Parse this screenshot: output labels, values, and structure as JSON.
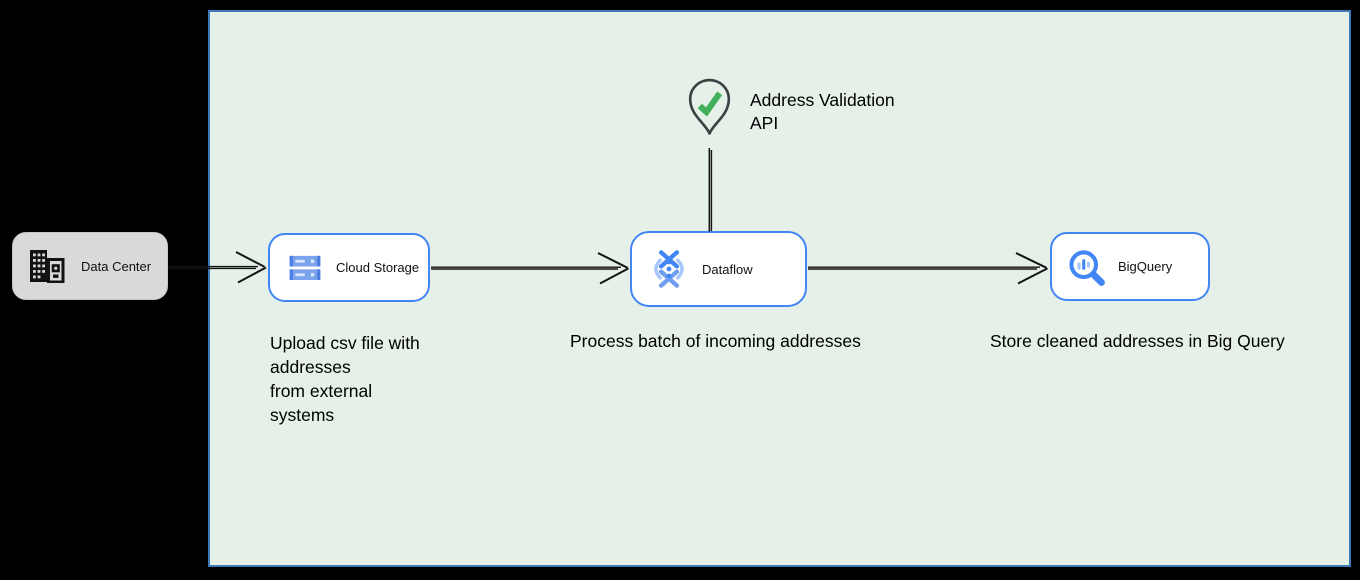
{
  "colors": {
    "canvas_bg": "#000000",
    "zone_fill": "#e4f0e8",
    "zone_border": "#3e79b8",
    "node_border": "#4285f4",
    "node_fill": "#ffffff",
    "data_center_fill": "#d9d9d9",
    "arrow": "#141414",
    "check_green": "#41b05a",
    "icon_blue": "#4285f4",
    "icon_blue_mid": "#7ba2ec",
    "icon_blue_light": "#a8c7fa",
    "icon_blue_pale": "#d8e4f8",
    "pin_outline": "#3c4043"
  },
  "nodes": {
    "data_center": {
      "label": "Data Center",
      "icon": "building-icon"
    },
    "cloud_storage": {
      "label": "Cloud Storage",
      "icon": "cloud-storage-icon"
    },
    "dataflow": {
      "label": "Dataflow",
      "icon": "dataflow-icon"
    },
    "bigquery": {
      "label": "BigQuery",
      "icon": "bigquery-icon"
    }
  },
  "annotations": {
    "api_marker": {
      "label": "Address Validation\nAPI",
      "icon": "map-pin-check-icon"
    },
    "upload_caption": "Upload csv file with\naddresses\nfrom external\nsystems",
    "process_caption": "Process batch of incoming addresses",
    "store_caption": "Store cleaned addresses in Big Query"
  },
  "edges": [
    {
      "from": "data_center",
      "to": "cloud_storage"
    },
    {
      "from": "cloud_storage",
      "to": "dataflow"
    },
    {
      "from": "dataflow",
      "to": "bigquery"
    },
    {
      "from": "api_marker",
      "to": "dataflow"
    }
  ]
}
